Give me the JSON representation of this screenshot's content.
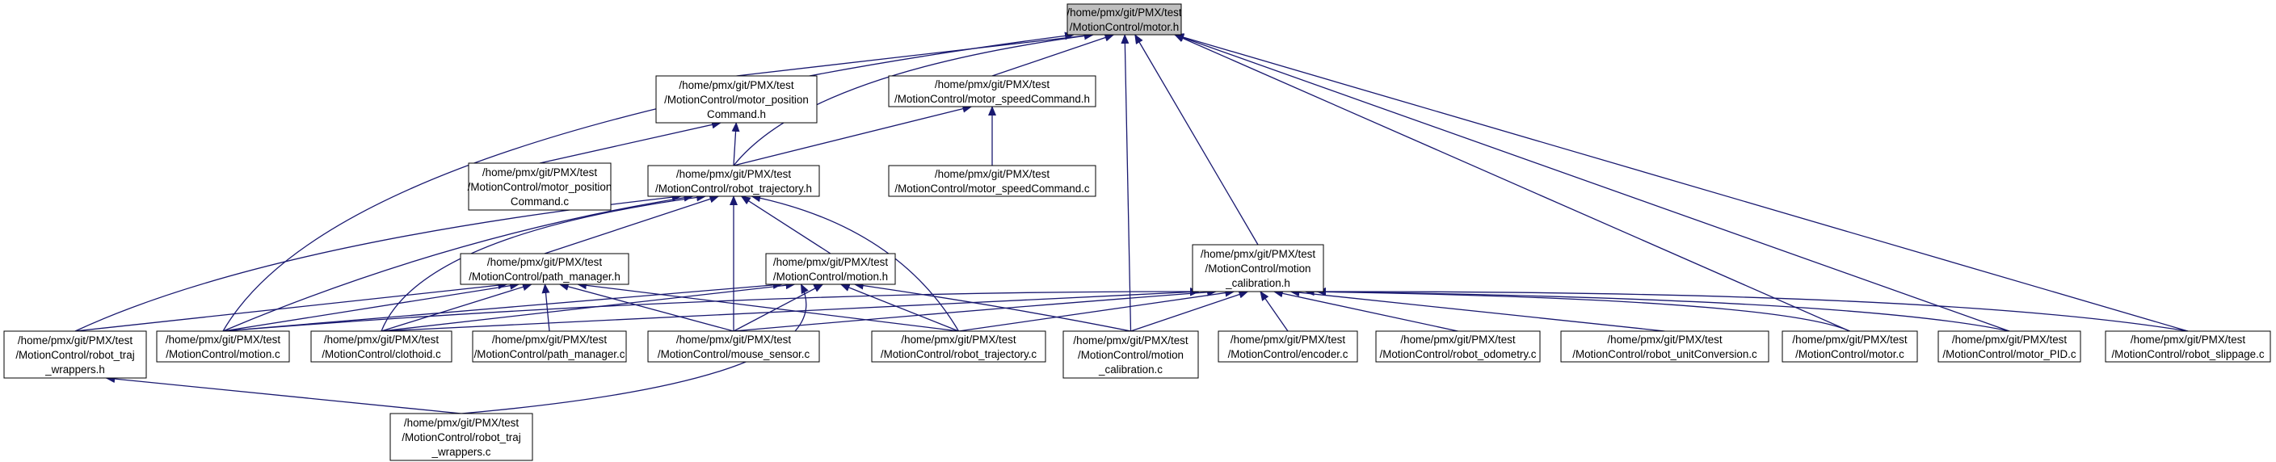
{
  "colors": {
    "edge": "#191970",
    "node_border": "#000000",
    "node_fill": "#ffffff",
    "root_fill": "#bfbfbf",
    "text": "#000000"
  },
  "root": "motor_h",
  "nodes": [
    {
      "id": "motor_h",
      "lines": [
        "/home/pmx/git/PMX/test",
        "/MotionControl/motor.h"
      ]
    },
    {
      "id": "motor_position_command_h",
      "lines": [
        "/home/pmx/git/PMX/test",
        "/MotionControl/motor_position",
        "Command.h"
      ]
    },
    {
      "id": "motor_speed_command_h",
      "lines": [
        "/home/pmx/git/PMX/test",
        "/MotionControl/motor_speedCommand.h"
      ]
    },
    {
      "id": "motor_position_command_c",
      "lines": [
        "/home/pmx/git/PMX/test",
        "/MotionControl/motor_position",
        "Command.c"
      ]
    },
    {
      "id": "robot_trajectory_h",
      "lines": [
        "/home/pmx/git/PMX/test",
        "/MotionControl/robot_trajectory.h"
      ]
    },
    {
      "id": "motor_speed_command_c",
      "lines": [
        "/home/pmx/git/PMX/test",
        "/MotionControl/motor_speedCommand.c"
      ]
    },
    {
      "id": "path_manager_h",
      "lines": [
        "/home/pmx/git/PMX/test",
        "/MotionControl/path_manager.h"
      ]
    },
    {
      "id": "motion_h",
      "lines": [
        "/home/pmx/git/PMX/test",
        "/MotionControl/motion.h"
      ]
    },
    {
      "id": "motion_calibration_h",
      "lines": [
        "/home/pmx/git/PMX/test",
        "/MotionControl/motion",
        "_calibration.h"
      ]
    },
    {
      "id": "robot_traj_wrappers_h",
      "lines": [
        "/home/pmx/git/PMX/test",
        "/MotionControl/robot_traj",
        "_wrappers.h"
      ]
    },
    {
      "id": "motion_c",
      "lines": [
        "/home/pmx/git/PMX/test",
        "/MotionControl/motion.c"
      ]
    },
    {
      "id": "clothoid_c",
      "lines": [
        "/home/pmx/git/PMX/test",
        "/MotionControl/clothoid.c"
      ]
    },
    {
      "id": "path_manager_c",
      "lines": [
        "/home/pmx/git/PMX/test",
        "/MotionControl/path_manager.c"
      ]
    },
    {
      "id": "mouse_sensor_c",
      "lines": [
        "/home/pmx/git/PMX/test",
        "/MotionControl/mouse_sensor.c"
      ]
    },
    {
      "id": "robot_trajectory_c",
      "lines": [
        "/home/pmx/git/PMX/test",
        "/MotionControl/robot_trajectory.c"
      ]
    },
    {
      "id": "motion_calibration_c",
      "lines": [
        "/home/pmx/git/PMX/test",
        "/MotionControl/motion",
        "_calibration.c"
      ]
    },
    {
      "id": "encoder_c",
      "lines": [
        "/home/pmx/git/PMX/test",
        "/MotionControl/encoder.c"
      ]
    },
    {
      "id": "robot_odometry_c",
      "lines": [
        "/home/pmx/git/PMX/test",
        "/MotionControl/robot_odometry.c"
      ]
    },
    {
      "id": "robot_unit_conversion_c",
      "lines": [
        "/home/pmx/git/PMX/test",
        "/MotionControl/robot_unitConversion.c"
      ]
    },
    {
      "id": "motor_c",
      "lines": [
        "/home/pmx/git/PMX/test",
        "/MotionControl/motor.c"
      ]
    },
    {
      "id": "motor_pid_c",
      "lines": [
        "/home/pmx/git/PMX/test",
        "/MotionControl/motor_PID.c"
      ]
    },
    {
      "id": "robot_slippage_c",
      "lines": [
        "/home/pmx/git/PMX/test",
        "/MotionControl/robot_slippage.c"
      ]
    },
    {
      "id": "robot_traj_wrappers_c",
      "lines": [
        "/home/pmx/git/PMX/test",
        "/MotionControl/robot_traj",
        "_wrappers.c"
      ]
    }
  ],
  "edges": [
    {
      "from": "motor_position_command_h",
      "to": "motor_h"
    },
    {
      "from": "motor_speed_command_h",
      "to": "motor_h"
    },
    {
      "from": "robot_trajectory_h",
      "to": "motor_h"
    },
    {
      "from": "motion_c",
      "to": "motor_h"
    },
    {
      "from": "motion_calibration_h",
      "to": "motor_h"
    },
    {
      "from": "motion_calibration_c",
      "to": "motor_h"
    },
    {
      "from": "motor_c",
      "to": "motor_h"
    },
    {
      "from": "motor_pid_c",
      "to": "motor_h"
    },
    {
      "from": "robot_slippage_c",
      "to": "motor_h"
    },
    {
      "from": "motor_position_command_c",
      "to": "motor_position_command_h"
    },
    {
      "from": "robot_trajectory_h",
      "to": "motor_position_command_h"
    },
    {
      "from": "robot_trajectory_h",
      "to": "motor_speed_command_h"
    },
    {
      "from": "motor_speed_command_c",
      "to": "motor_speed_command_h"
    },
    {
      "from": "path_manager_h",
      "to": "robot_trajectory_h"
    },
    {
      "from": "motion_h",
      "to": "robot_trajectory_h"
    },
    {
      "from": "robot_traj_wrappers_h",
      "to": "robot_trajectory_h"
    },
    {
      "from": "motion_c",
      "to": "robot_trajectory_h"
    },
    {
      "from": "clothoid_c",
      "to": "robot_trajectory_h"
    },
    {
      "from": "mouse_sensor_c",
      "to": "robot_trajectory_h"
    },
    {
      "from": "robot_trajectory_c",
      "to": "robot_trajectory_h"
    },
    {
      "from": "robot_traj_wrappers_h",
      "to": "path_manager_h"
    },
    {
      "from": "motion_c",
      "to": "path_manager_h"
    },
    {
      "from": "clothoid_c",
      "to": "path_manager_h"
    },
    {
      "from": "path_manager_c",
      "to": "path_manager_h"
    },
    {
      "from": "mouse_sensor_c",
      "to": "path_manager_h"
    },
    {
      "from": "robot_trajectory_c",
      "to": "path_manager_h"
    },
    {
      "from": "motion_c",
      "to": "motion_h"
    },
    {
      "from": "clothoid_c",
      "to": "motion_h"
    },
    {
      "from": "mouse_sensor_c",
      "to": "motion_h"
    },
    {
      "from": "robot_trajectory_c",
      "to": "motion_h"
    },
    {
      "from": "motion_calibration_c",
      "to": "motion_h"
    },
    {
      "from": "robot_traj_wrappers_c",
      "to": "motion_h"
    },
    {
      "from": "motion_c",
      "to": "motion_calibration_h"
    },
    {
      "from": "clothoid_c",
      "to": "motion_calibration_h"
    },
    {
      "from": "mouse_sensor_c",
      "to": "motion_calibration_h"
    },
    {
      "from": "robot_trajectory_c",
      "to": "motion_calibration_h"
    },
    {
      "from": "motion_calibration_c",
      "to": "motion_calibration_h"
    },
    {
      "from": "encoder_c",
      "to": "motion_calibration_h"
    },
    {
      "from": "robot_odometry_c",
      "to": "motion_calibration_h"
    },
    {
      "from": "robot_unit_conversion_c",
      "to": "motion_calibration_h"
    },
    {
      "from": "motor_c",
      "to": "motion_calibration_h"
    },
    {
      "from": "motor_pid_c",
      "to": "motion_calibration_h"
    },
    {
      "from": "robot_slippage_c",
      "to": "motion_calibration_h"
    },
    {
      "from": "robot_traj_wrappers_c",
      "to": "robot_traj_wrappers_h"
    }
  ]
}
